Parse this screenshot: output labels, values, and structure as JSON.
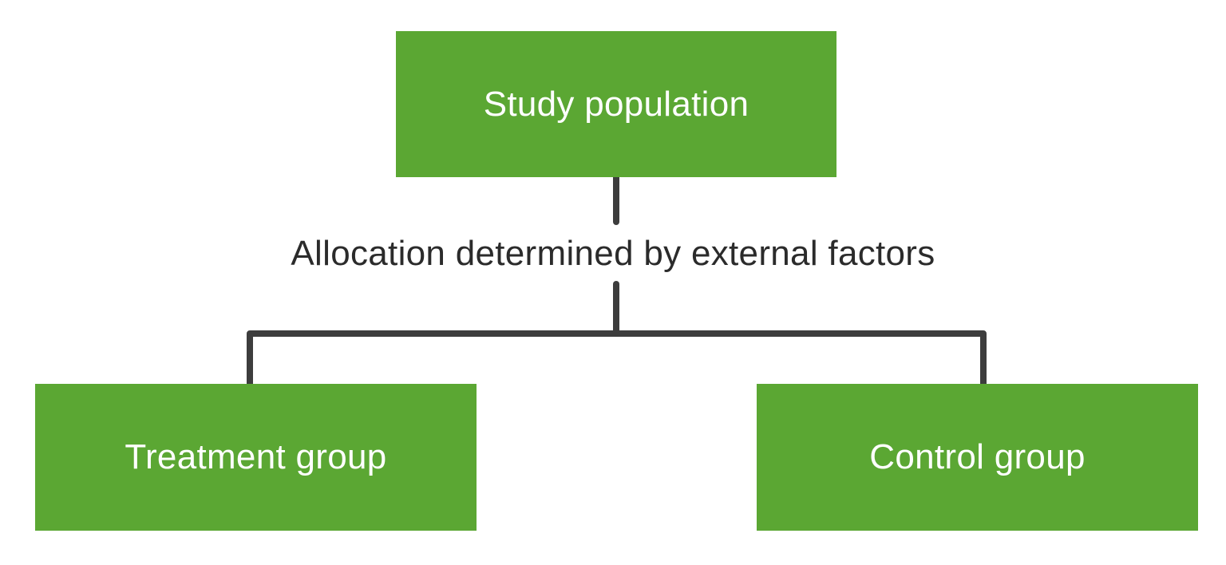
{
  "colors": {
    "box_fill": "#5ba733",
    "box_text": "#ffffff",
    "connector": "#3d3d3d",
    "label_text": "#2b2b2b"
  },
  "diagram": {
    "nodes": {
      "root": {
        "label": "Study population"
      },
      "treatment": {
        "label": "Treatment group"
      },
      "control": {
        "label": "Control group"
      }
    },
    "edge_label": "Allocation determined by external factors",
    "edges": [
      {
        "from": "root",
        "to": "treatment"
      },
      {
        "from": "root",
        "to": "control"
      }
    ]
  }
}
